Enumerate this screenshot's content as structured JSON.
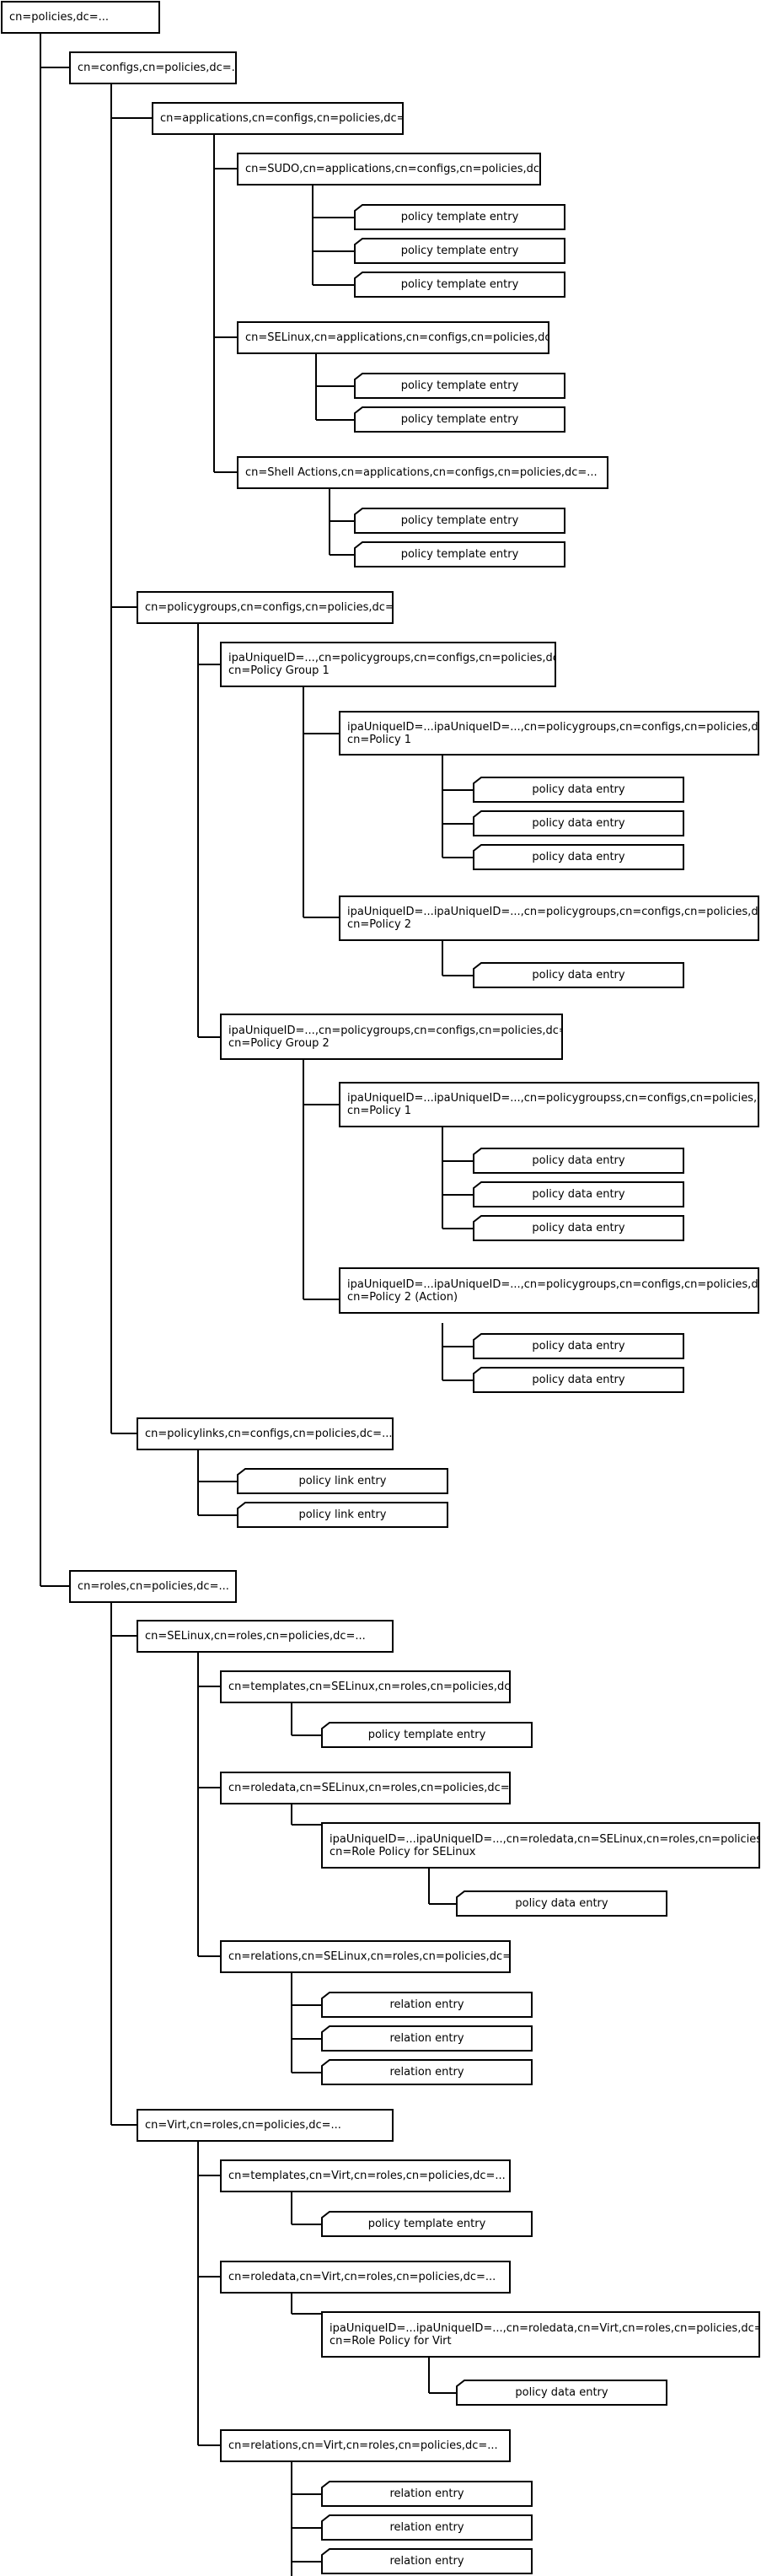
{
  "tree": {
    "n0": "cn=policies,dc=...",
    "n1": "cn=configs,cn=policies,dc=...",
    "n2": "cn=applications,cn=configs,cn=policies,dc=...",
    "n3": "cn=SUDO,cn=applications,cn=configs,cn=policies,dc=...",
    "n4": "cn=SELinux,cn=applications,cn=configs,cn=policies,dc=...",
    "n5": "cn=Shell Actions,cn=applications,cn=configs,cn=policies,dc=...",
    "n6": "cn=policygroups,cn=configs,cn=policies,dc=...",
    "n7a": "ipaUniqueID=...,cn=policygroups,cn=configs,cn=policies,dc=...",
    "n7b": "cn=Policy Group 1",
    "n8a": "ipaUniqueID=...ipaUniqueID=...,cn=policygroups,cn=configs,cn=policies,dc=...",
    "n8b": "cn=Policy 1",
    "n9a": "ipaUniqueID=...ipaUniqueID=...,cn=policygroups,cn=configs,cn=policies,dc=...",
    "n9b": "cn=Policy 2",
    "n10a": "ipaUniqueID=...,cn=policygroups,cn=configs,cn=policies,dc=...",
    "n10b": "cn=Policy Group 2",
    "n11a": "ipaUniqueID=...ipaUniqueID=...,cn=policygroupss,cn=configs,cn=policies,dc=...",
    "n11b": "cn=Policy 1",
    "n12a": "ipaUniqueID=...ipaUniqueID=...,cn=policygroups,cn=configs,cn=policies,dc=...",
    "n12b": "cn=Policy 2 (Action)",
    "n13": "cn=policylinks,cn=configs,cn=policies,dc=...",
    "n14": "cn=roles,cn=policies,dc=...",
    "n15": "cn=SELinux,cn=roles,cn=policies,dc=...",
    "n16": "cn=templates,cn=SELinux,cn=roles,cn=policies,dc=...",
    "n17": "cn=roledata,cn=SELinux,cn=roles,cn=policies,dc=...",
    "n18a": "ipaUniqueID=...ipaUniqueID=...,cn=roledata,cn=SELinux,cn=roles,cn=policies,dc=...",
    "n18b": "cn=Role Policy for SELinux",
    "n19": "cn=relations,cn=SELinux,cn=roles,cn=policies,dc=...",
    "n20": "cn=Virt,cn=roles,cn=policies,dc=...",
    "n21": "cn=templates,cn=Virt,cn=roles,cn=policies,dc=...",
    "n22": "cn=roledata,cn=Virt,cn=roles,cn=policies,dc=...",
    "n23a": "ipaUniqueID=...ipaUniqueID=...,cn=roledata,cn=Virt,cn=roles,cn=policies,dc=...",
    "n23b": "cn=Role Policy for Virt",
    "n24": "cn=relations,cn=Virt,cn=roles,cn=policies,dc=..."
  },
  "leaves": {
    "template": "policy template entry",
    "data": "policy data entry",
    "link": "policy link entry",
    "relation": "relation entry"
  }
}
